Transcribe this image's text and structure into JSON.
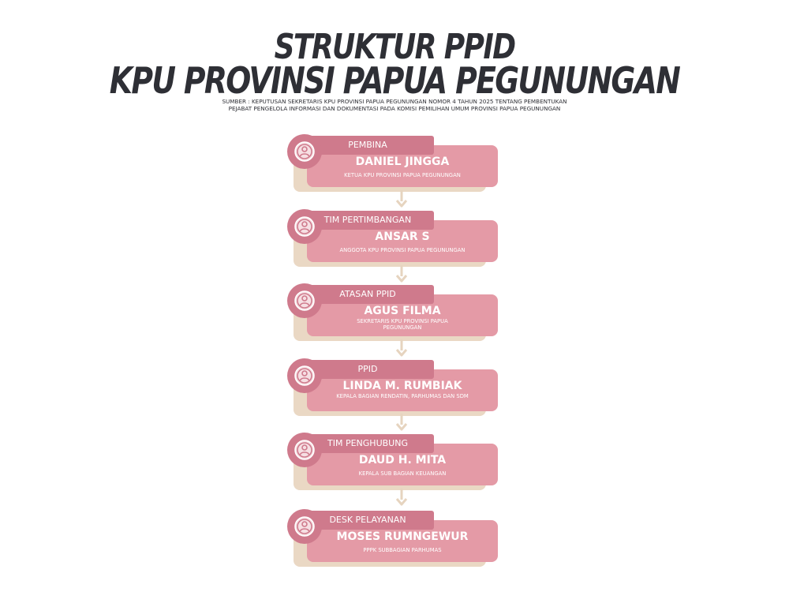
{
  "header": {
    "title_line1": "STRUKTUR PPID",
    "title_line2": "KPU PROVINSI PAPUA PEGUNUNGAN",
    "source": "SUMBER : KEPUTUSAN SEKRETARIS KPU PROVINSI PAPUA PEGUNUNGAN NOMOR 4 TAHUN 2025 TENTANG PEMBENTUKAN PEJABAT PENGELOLA INFORMASI DAN DOKUMENTASI PADA KOMISI PEMILIHAN UMUM PROVINSI PAPUA PEGUNUNGAN"
  },
  "colors": {
    "card": "#e49aa6",
    "tab": "#cf7a8c",
    "shadow": "#ead8c4",
    "arrow": "#e6d4bf",
    "title": "#2e2f35"
  },
  "icon": "user-circle-icon",
  "entries": [
    {
      "role": "PEMBINA",
      "name": "DANIEL JINGGA",
      "position": "KETUA KPU PROVINSI PAPUA PEGUNUNGAN"
    },
    {
      "role": "TIM PERTIMBANGAN",
      "name": "ANSAR S",
      "position": "ANGGOTA KPU PROVINSI PAPUA PEGUNUNGAN"
    },
    {
      "role": "ATASAN PPID",
      "name": "AGUS FILMA",
      "position": "SEKRETARIS KPU PROVINSI PAPUA PEGUNUNGAN"
    },
    {
      "role": "PPID",
      "name": "LINDA M. RUMBIAK",
      "position": "KEPALA BAGIAN  RENDATIN, PARHUMAS DAN SDM"
    },
    {
      "role": "TIM PENGHUBUNG",
      "name": "DAUD H. MITA",
      "position": "KEPALA SUB BAGIAN KEUANGAN"
    },
    {
      "role": "DESK PELAYANAN",
      "name": "MOSES RUMNGEWUR",
      "position": "PPPK SUBBAGIAN PARHUMAS"
    }
  ]
}
